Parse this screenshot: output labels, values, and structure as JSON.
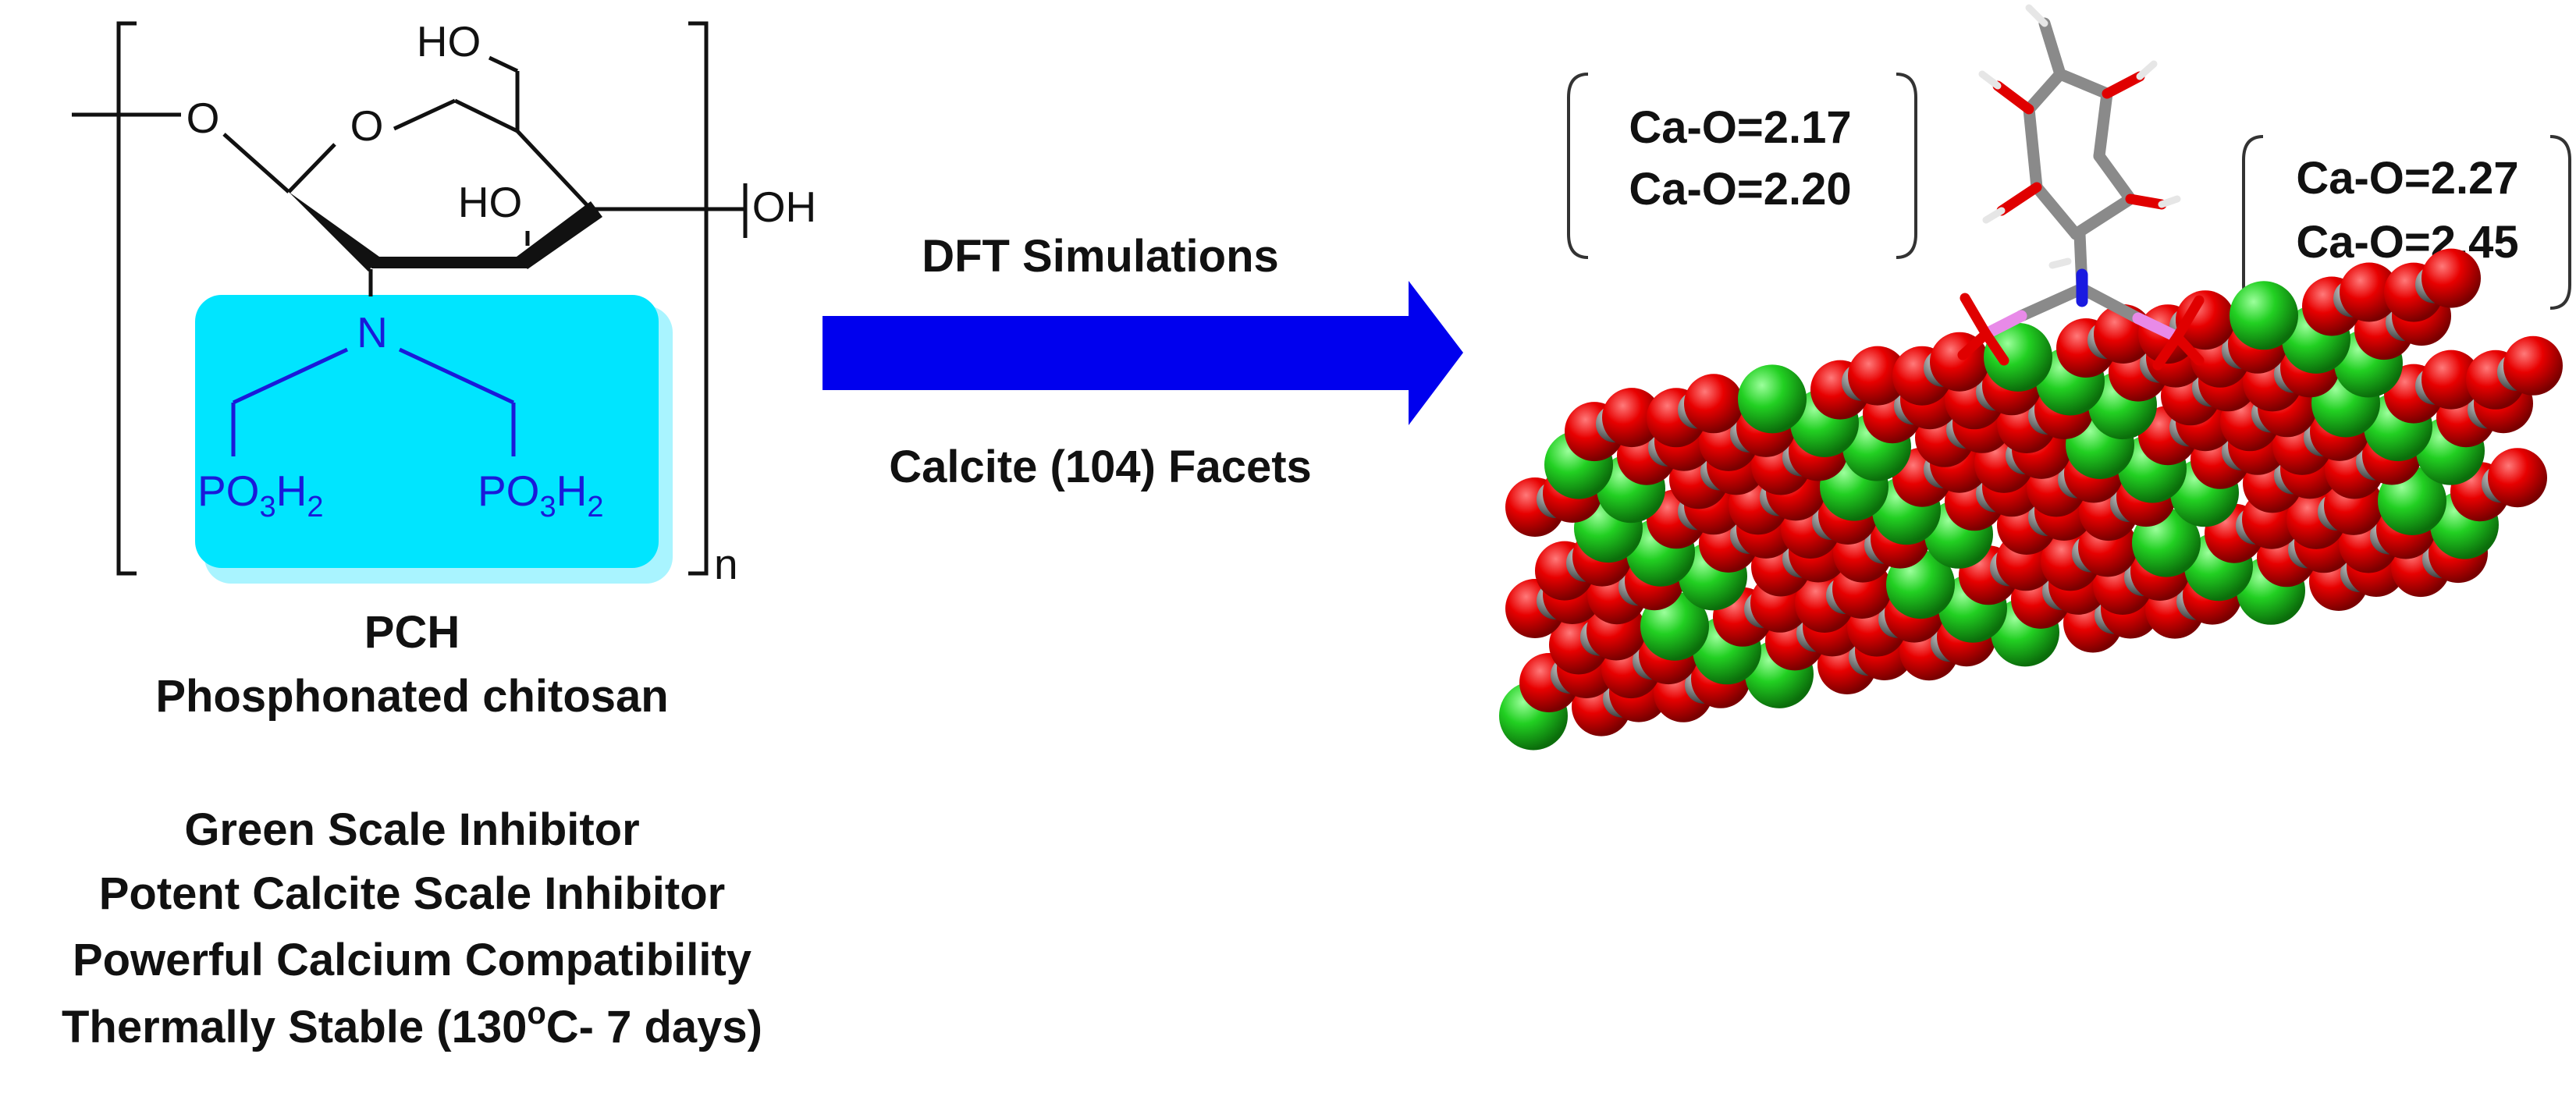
{
  "structure": {
    "atoms": {
      "o_link": "O",
      "o_ring": "O",
      "ho_top": "HO",
      "ho_mid": "HO",
      "oh_right": "OH",
      "n": "N",
      "po3h2": "PO",
      "sub3": "3",
      "h": "H",
      "sub2": "2",
      "n_repeat": "n"
    },
    "acronym": "PCH",
    "name": "Phosphonated chitosan",
    "highlight_color": "#00e5ff"
  },
  "properties": [
    "Green Scale Inhibitor",
    "Potent Calcite Scale Inhibitor",
    "Powerful Calcium Compatibility"
  ],
  "thermal": {
    "prefix": "Thermally Stable (130",
    "deg": "o",
    "suffix": "C- 7 days)"
  },
  "arrow": {
    "top_label": "DFT Simulations",
    "bottom_label": "Calcite (104) Facets",
    "color": "#0000ee"
  },
  "model": {
    "left_bonds": [
      "Ca-O=2.17",
      "Ca-O=2.20"
    ],
    "right_bonds": [
      "Ca-O=2.27",
      "Ca-O=2.45"
    ],
    "atom_colors": {
      "oxygen": "#e00000",
      "calcium": "#1fcc1f",
      "carbon": "#8a8a8a",
      "phosphorus": "#e88ae8",
      "nitrogen": "#1a1ae0",
      "hydrogen": "#f2f2f2"
    }
  }
}
